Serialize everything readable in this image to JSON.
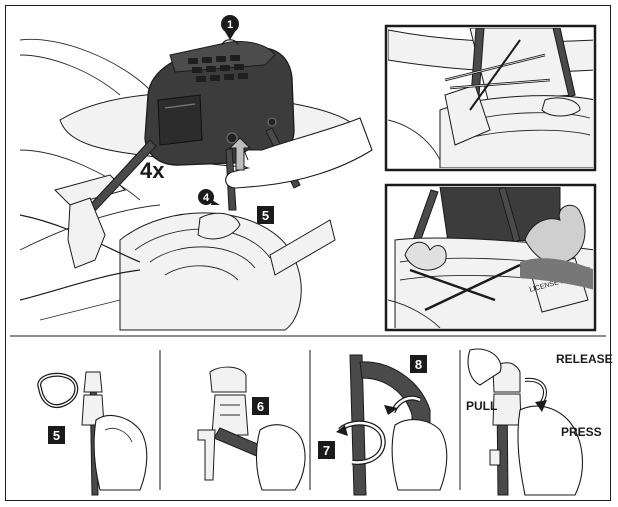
{
  "callouts": {
    "one": "1",
    "four": "4",
    "five_main": "5",
    "five_step": "5",
    "six": "6",
    "seven": "7",
    "eight": "8"
  },
  "labels": {
    "quantity": "4x",
    "release": "RELEASE",
    "pull": "PULL",
    "press": "PRESS",
    "plate_text": "LICENSE PLATE"
  },
  "colors": {
    "ink": "#1b1b1b",
    "bag": "#3c3c3c",
    "strap": "#4a4a4a"
  }
}
